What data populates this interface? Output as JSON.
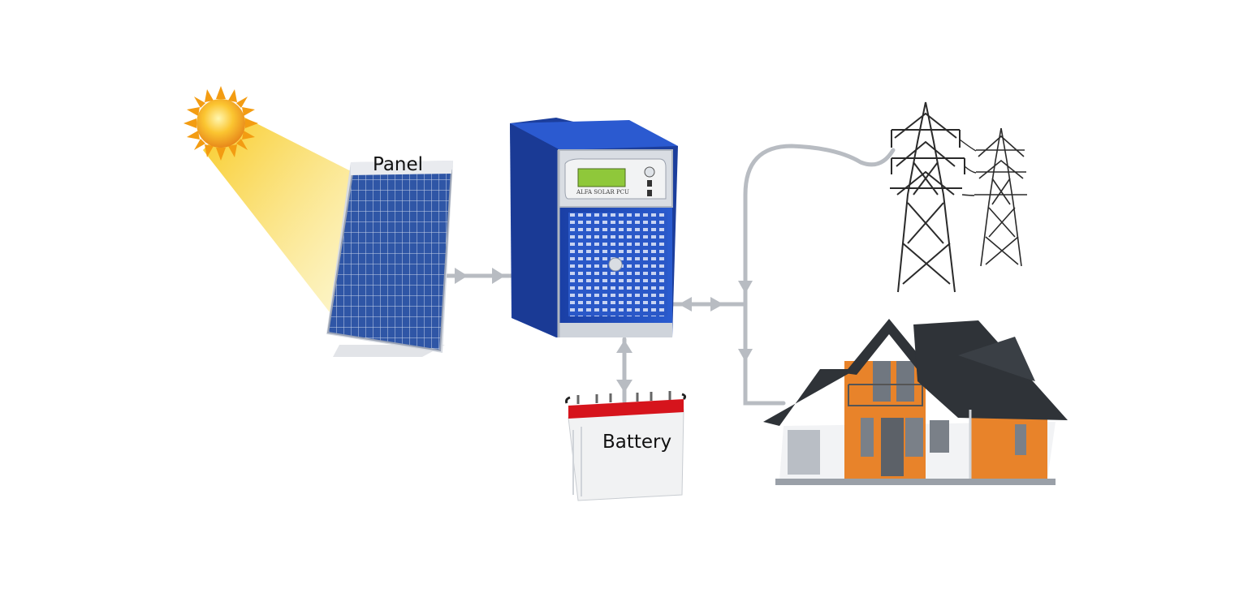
{
  "labels": {
    "panel": "Panel",
    "battery": "Battery",
    "inverter_brand": "ALFA SOLAR PCU"
  },
  "icons": {
    "sun": "sun-icon",
    "panel": "solar-panel-icon",
    "inverter": "inverter-icon",
    "battery": "battery-icon",
    "tower": "power-tower-icon",
    "house": "house-icon"
  },
  "colors": {
    "connector": "#b8bcc2",
    "inverter_blue": "#1f4fb5",
    "panel_cell": "#2b4f9a",
    "battery_red": "#d4141e",
    "house_orange": "#e8832a",
    "roof": "#2f3338",
    "sun": "#f6a21a"
  }
}
